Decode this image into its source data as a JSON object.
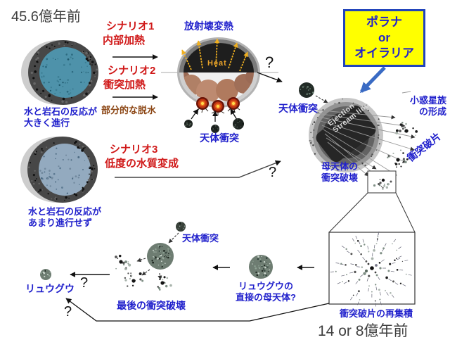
{
  "palette": {
    "blue": "#2121cc",
    "red": "#d01818",
    "brown": "#8b4513",
    "gray_text": "#3f3f3f",
    "box_bg": "#ffff00",
    "box_border": "#2244bb",
    "arrow_blue": "#3a6bc4",
    "heat_orange": "#e8a22a"
  },
  "timeline": {
    "start": "45.6億年前",
    "end": "14 or 8億年前"
  },
  "scenarios": {
    "s1": {
      "title": "シナリオ1",
      "subtitle": "内部加熱"
    },
    "s2": {
      "title": "シナリオ2",
      "subtitle": "衝突加熱"
    },
    "s3": {
      "title": "シナリオ3",
      "subtitle": "低度の水質変成"
    },
    "partial_dehydration": "部分的な脱水"
  },
  "labels": {
    "circle_a": {
      "line1": "水と岩石の反応が",
      "line2": "大きく進行"
    },
    "circle_b": {
      "line1": "水と岩石の反応が",
      "line2": "あまり進行せず"
    },
    "radiogenic_heating": "放射壊変熱",
    "heat": "Heat",
    "impact_center": "天体衝突",
    "impact_right": "天体衝突",
    "impact_bottom": "天体衝突",
    "family_box": {
      "line1": "ポラナ",
      "line2": "or",
      "line3": "オイラリア"
    },
    "asteroid_family": {
      "line1": "小惑星族",
      "line2": "の形成"
    },
    "ejection": {
      "line1": "Ejection",
      "line2": "Stream line"
    },
    "parent_destruction": {
      "line1": "母天体の",
      "line2": "衝突破壊"
    },
    "fragments": "衝突破片",
    "reaccumulation": "衝突破片の再集積",
    "direct_parent": {
      "line1": "リュウグウの",
      "line2": "直接の母天体?"
    },
    "last_destruction": "最後の衝突破壊",
    "ryugu": "リュウグウ",
    "question": "?"
  }
}
